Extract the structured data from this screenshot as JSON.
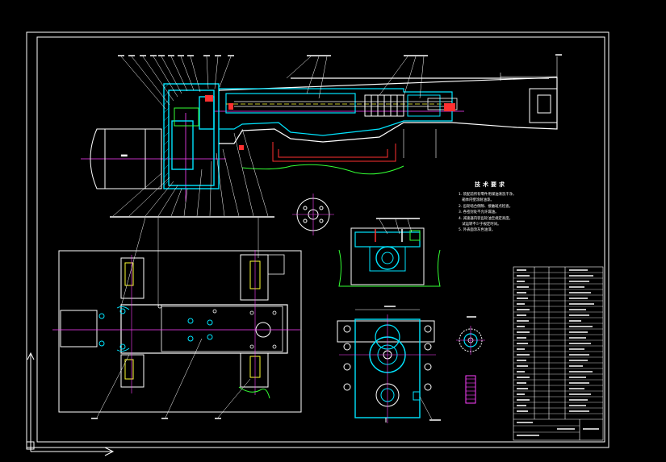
{
  "drawing": {
    "background": "#000000",
    "colors": {
      "frame": "#ffffff",
      "outline": "#ffffff",
      "section": "#00e5ff",
      "centerline": "#ff40ff",
      "hidden": "#ff3030",
      "break_line": "#33ff33",
      "highlight": "#ffff33",
      "hatch": "#00e5ff"
    }
  },
  "technical_requirements": {
    "title": "技术要求",
    "lines": [
      "1. 装配前所有零件用煤油清洗干净，",
      "   箱体内壁涂耐油漆。",
      "2. 齿轮啮合侧隙、接触斑点检查。",
      "3. 各密封处不允许漏油。",
      "4. 减速器内装齿轮油至规定高度，",
      "   试运转不少于规定时间。",
      "5. 外表面涂灰色油漆。"
    ]
  },
  "icons": {
    "ucs": "ucs-axis-icon"
  }
}
